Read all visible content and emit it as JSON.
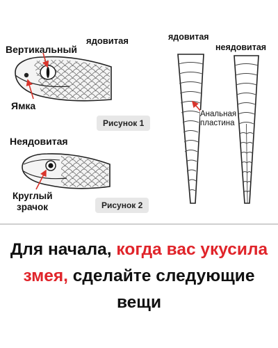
{
  "labels": {
    "vertical_pupil": "Вертикальный",
    "venomous_top": "ядовитая",
    "pit": "Ямка",
    "figure1": "Рисунок 1",
    "nonvenomous_left": "Неядовитая",
    "round_pupil_line1": "Круглый",
    "round_pupil_line2": "зрачок",
    "figure2": "Рисунок 2",
    "venomous_right": "ядовитая",
    "nonvenomous_right": "неядовитая",
    "anal_plate_line1": "Анальная",
    "anal_plate_line2": "пластина"
  },
  "headline": {
    "part1": "Для начала,",
    "part2": "когда вас укусила змея,",
    "part3": "сделайте следующие вещи"
  },
  "colors": {
    "accent_red": "#e0242a",
    "arrow_red": "#d9342b",
    "caption_bg": "#e7e7e7",
    "divider": "#cfcfcf"
  }
}
